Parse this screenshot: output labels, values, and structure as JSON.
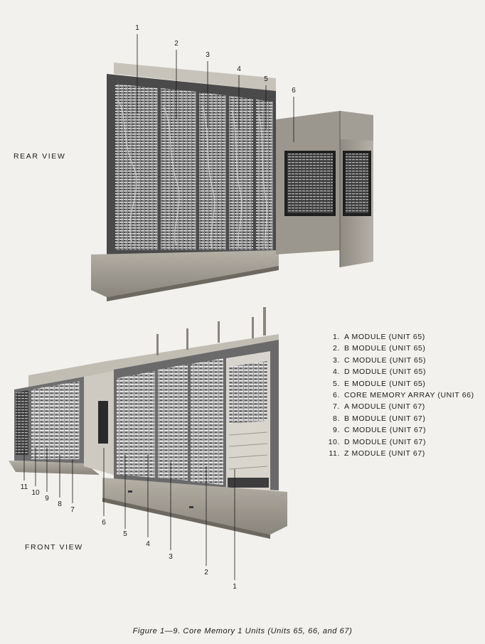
{
  "labels": {
    "rear_view": "REAR VIEW",
    "front_view": "FRONT VIEW"
  },
  "rear_callouts": [
    "1",
    "2",
    "3",
    "4",
    "5",
    "6"
  ],
  "front_callouts": [
    "11",
    "10",
    "9",
    "8",
    "7",
    "6",
    "5",
    "4",
    "3",
    "2",
    "1"
  ],
  "legend": [
    {
      "num": "1.",
      "text": "A MODULE (UNIT 65)"
    },
    {
      "num": "2.",
      "text": "B MODULE (UNIT 65)"
    },
    {
      "num": "3.",
      "text": "C MODULE (UNIT 65)"
    },
    {
      "num": "4.",
      "text": "D MODULE (UNIT 65)"
    },
    {
      "num": "5.",
      "text": "E MODULE (UNIT 65)"
    },
    {
      "num": "6.",
      "text": "CORE MEMORY ARRAY (UNIT 66)"
    },
    {
      "num": "7.",
      "text": "A MODULE (UNIT 67)"
    },
    {
      "num": "8.",
      "text": "B MODULE (UNIT 67)"
    },
    {
      "num": "9.",
      "text": "C MODULE (UNIT 67)"
    },
    {
      "num": "10.",
      "text": "D MODULE (UNIT 67)"
    },
    {
      "num": "11.",
      "text": "Z MODULE (UNIT 67)"
    }
  ],
  "caption": "Figure 1—9. Core Memory 1 Units (Units 65, 66, and 67)"
}
